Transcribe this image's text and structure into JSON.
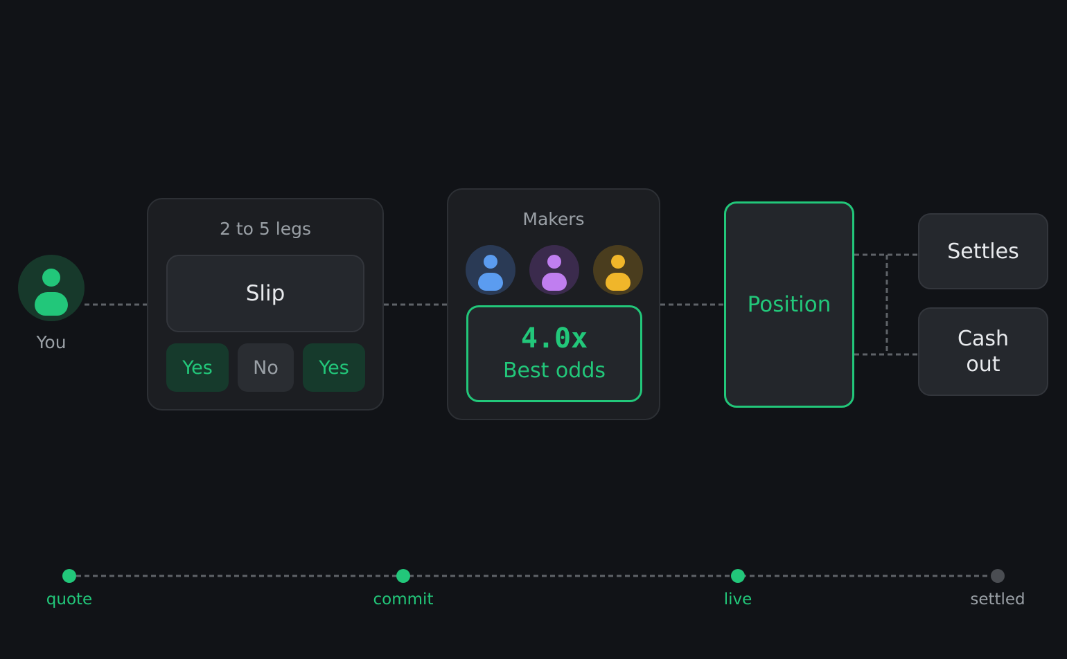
{
  "you": {
    "label": "You"
  },
  "slip": {
    "legs_label": "2 to 5 legs",
    "title": "Slip",
    "legs": [
      {
        "label": "Yes",
        "state": "yes"
      },
      {
        "label": "No",
        "state": "no"
      },
      {
        "label": "Yes",
        "state": "yes"
      }
    ]
  },
  "makers": {
    "label": "Makers",
    "avatars": [
      {
        "name": "maker-blue",
        "bg": "#2a3a55",
        "fg": "#5b9cf0"
      },
      {
        "name": "maker-purple",
        "bg": "#3b2b4d",
        "fg": "#c07ef0"
      },
      {
        "name": "maker-gold",
        "bg": "#4a3d1e",
        "fg": "#f0b62a"
      }
    ],
    "odds_value": "4.0x",
    "odds_label": "Best odds"
  },
  "position": {
    "label": "Position"
  },
  "outcomes": {
    "settles": "Settles",
    "cash_out": "Cash out"
  },
  "timeline": {
    "stages": [
      {
        "label": "quote",
        "active": true
      },
      {
        "label": "commit",
        "active": true
      },
      {
        "label": "live",
        "active": true
      },
      {
        "label": "settled",
        "active": false
      }
    ]
  },
  "colors": {
    "accent": "#22c77a",
    "background": "#111317",
    "inactive": "#4a4d52"
  }
}
